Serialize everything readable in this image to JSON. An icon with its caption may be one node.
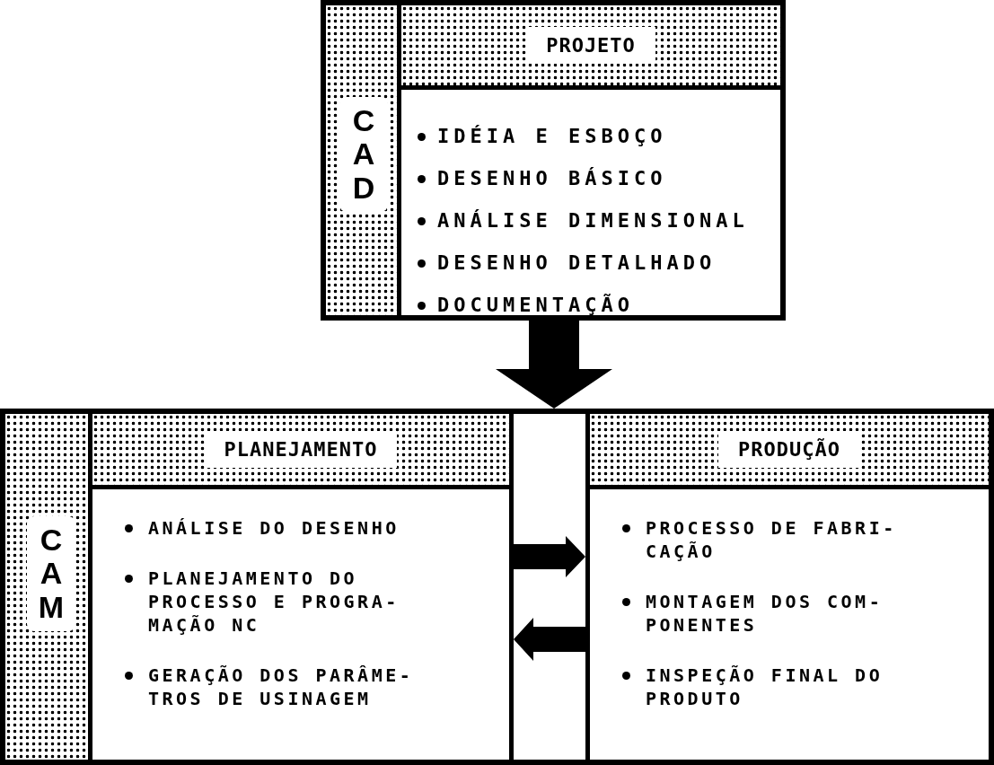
{
  "diagram": {
    "nodes": [
      {
        "text": [
          "CAD"
        ]
      },
      {
        "text": [
          "PROJETO",
          "IDÉIA E ESBOÇO",
          "DESENHO BÁSICO",
          "ANÁLISE DIMENSIONAL",
          "DESENHO DETALHADO",
          "DOCUMENTAÇÃO"
        ],
        "in": 0
      },
      {
        "text": [
          "CAM"
        ]
      },
      {
        "text": [
          "PLANEJAMENTO",
          "ANÁLISE DO DESENHO",
          "PLANEJAMENTO DO PROCESSO E PROGRA- MAÇÃO NC",
          "GERAÇÃO DOS PARÂME- TROS DE USINAGEM"
        ],
        "in": 2
      },
      {
        "text": [
          "PRODUÇÃO",
          "PROCESSO DE FABRI- CAÇÃO",
          "MONTAGEM DOS COM- PONENTES",
          "INSPEÇÃO FINAL DO PRODUTO"
        ],
        "in": 2
      }
    ],
    "edges": [
      {
        "from": 0,
        "to": 2,
        "arrow": "to",
        "style": "thick"
      },
      {
        "from": 3,
        "to": 4,
        "arrow": "to",
        "style": "thick"
      },
      {
        "from": 4,
        "to": 3,
        "arrow": "to",
        "style": "thick"
      }
    ]
  }
}
